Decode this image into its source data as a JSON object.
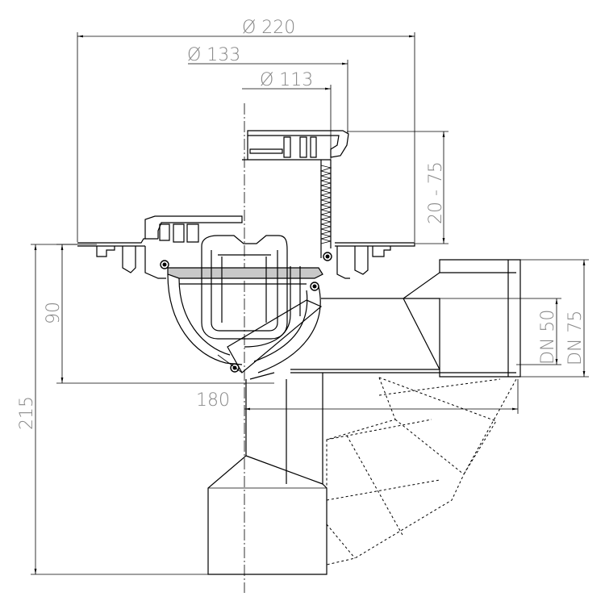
{
  "dimensions": {
    "d220": "Ø 220",
    "d133": "Ø 133",
    "d113": "Ø 113",
    "h20_75": "20 - 75",
    "h90": "90",
    "h215": "215",
    "w180": "180",
    "dn50": "DN 50",
    "dn75": "DN 75"
  }
}
